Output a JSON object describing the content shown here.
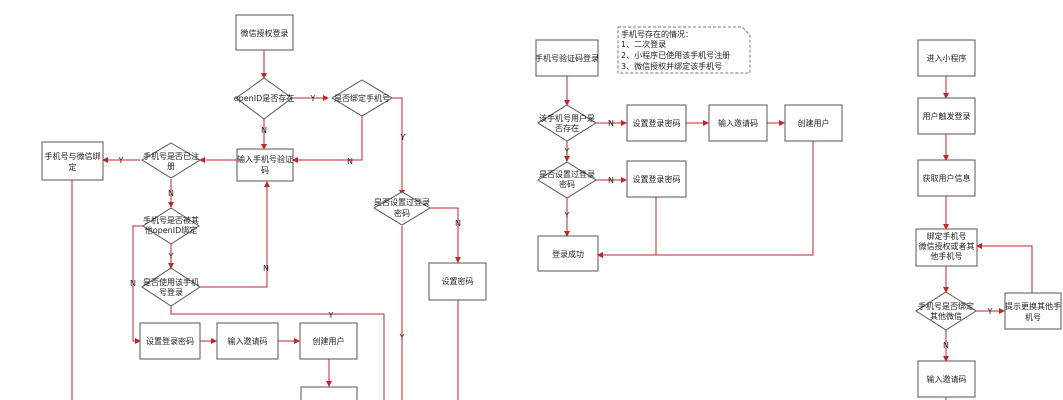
{
  "colors": {
    "line": "#c0262d",
    "border": "#555555",
    "text": "#222222"
  },
  "left": {
    "wechat_auth_login": "微信授权登录",
    "openid_exists": "openID是否存在",
    "is_bound_phone": "是否绑定手机号",
    "input_phone_code": [
      "输入手机号验证",
      "码"
    ],
    "phone_registered": [
      "手机号是否已注",
      "册"
    ],
    "phone_wechat_bind": [
      "手机号与微信绑",
      "定"
    ],
    "phone_bound_other": [
      "手机号是否被其",
      "他openID绑定"
    ],
    "use_this_phone": [
      "是否使用该手机",
      "号登录"
    ],
    "password_set": [
      "是否设置过登录",
      "密码"
    ],
    "set_password": "设置密码",
    "set_login_password": "设置登录密码",
    "input_invite_code": "输入邀请码",
    "create_user": "创建用户"
  },
  "middle": {
    "note_title": "手机号存在的情况：",
    "note_lines": [
      "1、二次登录",
      "2、小程序已使用该手机号注册",
      "3、微信授权并绑定该手机号"
    ],
    "phone_code_login": "手机号验证码登录",
    "user_exists": [
      "该手机号用户是",
      "否存在"
    ],
    "password_set": [
      "是否设置过登录",
      "密码"
    ],
    "set_login_password_1": "设置登录密码",
    "input_invite_code": "输入邀请码",
    "create_user": "创建用户",
    "set_login_password_2": "设置登录密码",
    "login_success": "登录成功"
  },
  "right": {
    "enter_miniprogram": "进入小程序",
    "user_trigger_login": "用户触发登录",
    "get_user_info": "获取用户信息",
    "bind_phone": [
      "绑定手机号",
      "微信授权或者其",
      "他手机号"
    ],
    "bound_other_wechat": [
      "手机号是否绑定",
      "其他微信"
    ],
    "prompt_change_phone": [
      "提示更换其他手",
      "机号"
    ],
    "input_invite_code": "输入邀请码"
  },
  "edges": {
    "yes": "Y",
    "no": "N"
  }
}
